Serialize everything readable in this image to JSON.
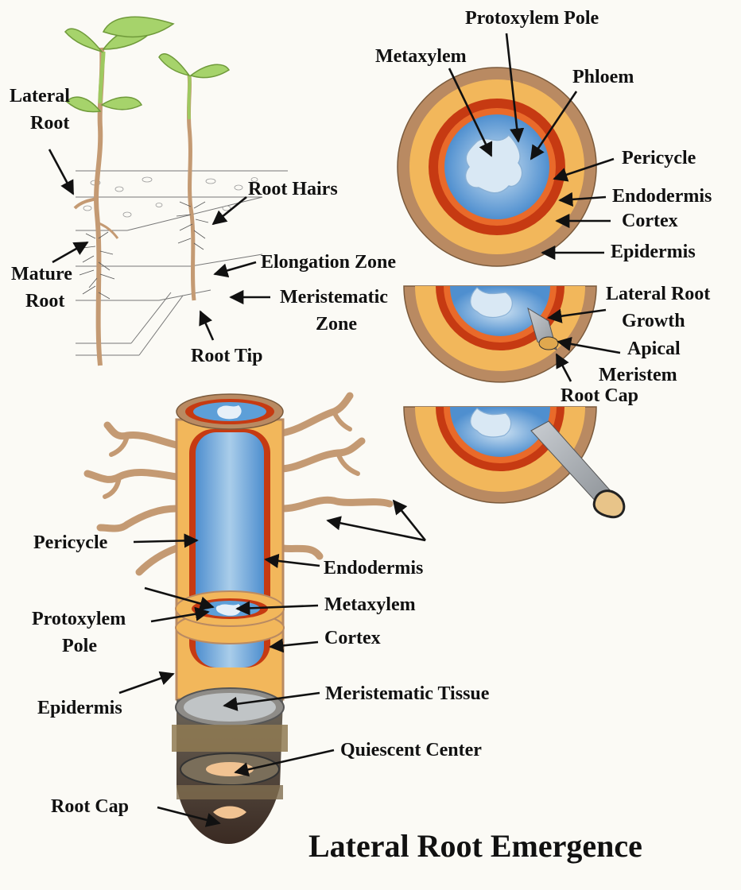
{
  "title": "Lateral Root Emergence",
  "seedling": {
    "lateral_root": [
      "Lateral",
      "Root"
    ],
    "root_hairs": "Root Hairs",
    "mature_root": [
      "Mature",
      "Root"
    ],
    "elongation_zone": "Elongation Zone",
    "meristematic_zone": [
      "Meristematic",
      "Zone"
    ],
    "root_tip": "Root Tip"
  },
  "cross_section": {
    "protoxylem_pole": "Protoxylem Pole",
    "metaxylem": "Metaxylem",
    "phloem": "Phloem",
    "pericycle": "Pericycle",
    "endodermis": "Endodermis",
    "cortex": "Cortex",
    "epidermis": "Epidermis"
  },
  "emergence": {
    "lateral_root_growth": [
      "Lateral Root",
      "Growth"
    ],
    "apical_meristem": [
      "Apical",
      "Meristem"
    ],
    "root_cap": "Root Cap"
  },
  "longitudinal": {
    "pericycle": "Pericycle",
    "endodermis": "Endodermis",
    "metaxylem": "Metaxylem",
    "protoxylem_pole": [
      "Protoxylem",
      "Pole"
    ],
    "cortex": "Cortex",
    "epidermis": "Epidermis",
    "meristematic_tissue": "Meristematic Tissue",
    "quiescent_center": "Quiescent Center",
    "root_cap": "Root Cap"
  },
  "colors": {
    "epidermis": "#b98a62",
    "cortex": "#f2b75b",
    "endodermis": "#c63a12",
    "stele": "#5d9fd8",
    "root": "#c49a73",
    "background": "#fbfaf5"
  }
}
